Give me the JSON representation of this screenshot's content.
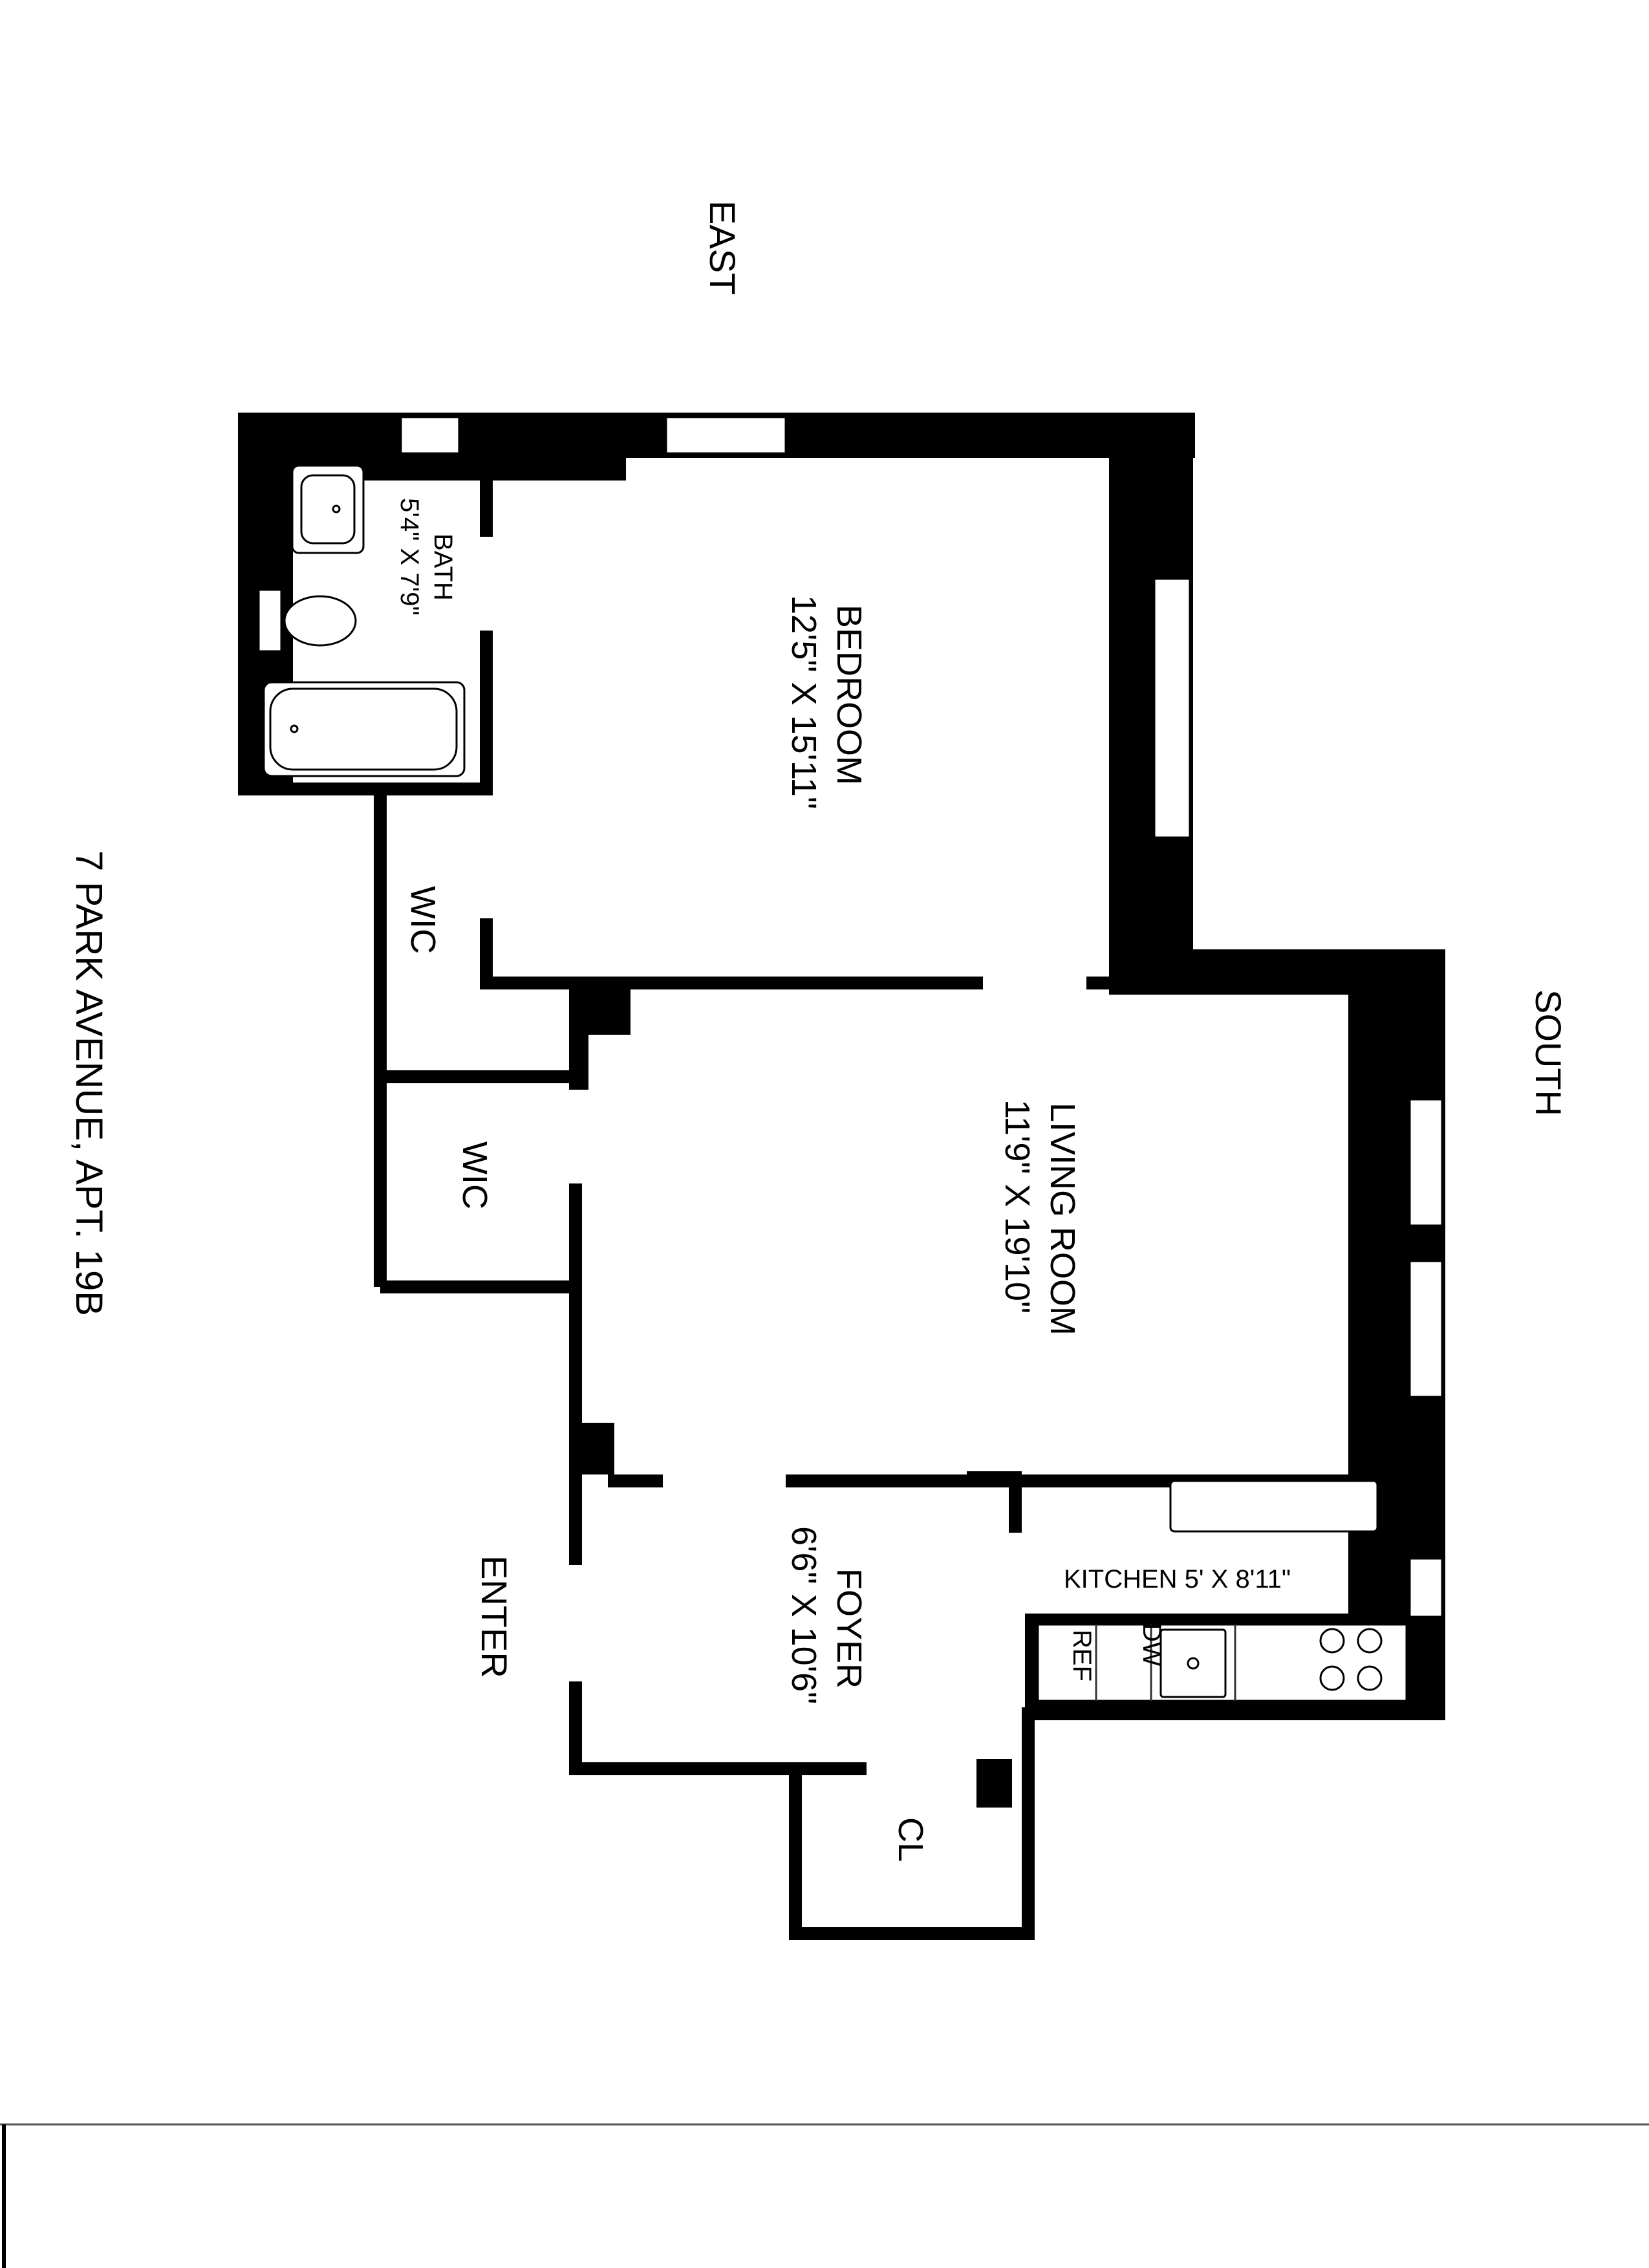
{
  "compass": {
    "north_side_label": "EAST",
    "right_side_label": "SOUTH",
    "entry_label": "ENTER"
  },
  "title": "7 PARK AVENUE, APT. 19B",
  "rooms": {
    "bedroom": {
      "name": "BEDROOM",
      "dims": "12'5\" X 15'11\""
    },
    "bath": {
      "name": "BATH",
      "dims": "5'4\" X 7'9\""
    },
    "living_room": {
      "name": "LIVING ROOM",
      "dims": "11'9\" X 19'10\""
    },
    "foyer": {
      "name": "FOYER",
      "dims": "6'6\" X 10'6\""
    },
    "kitchen": {
      "name": "KITCHEN 5' X 8'11\""
    },
    "wic_1": {
      "name": "WIC"
    },
    "wic_2": {
      "name": "WIC"
    },
    "closet": {
      "name": "CL"
    }
  },
  "appliances": {
    "dishwasher": "DW",
    "refrigerator": "REF"
  }
}
